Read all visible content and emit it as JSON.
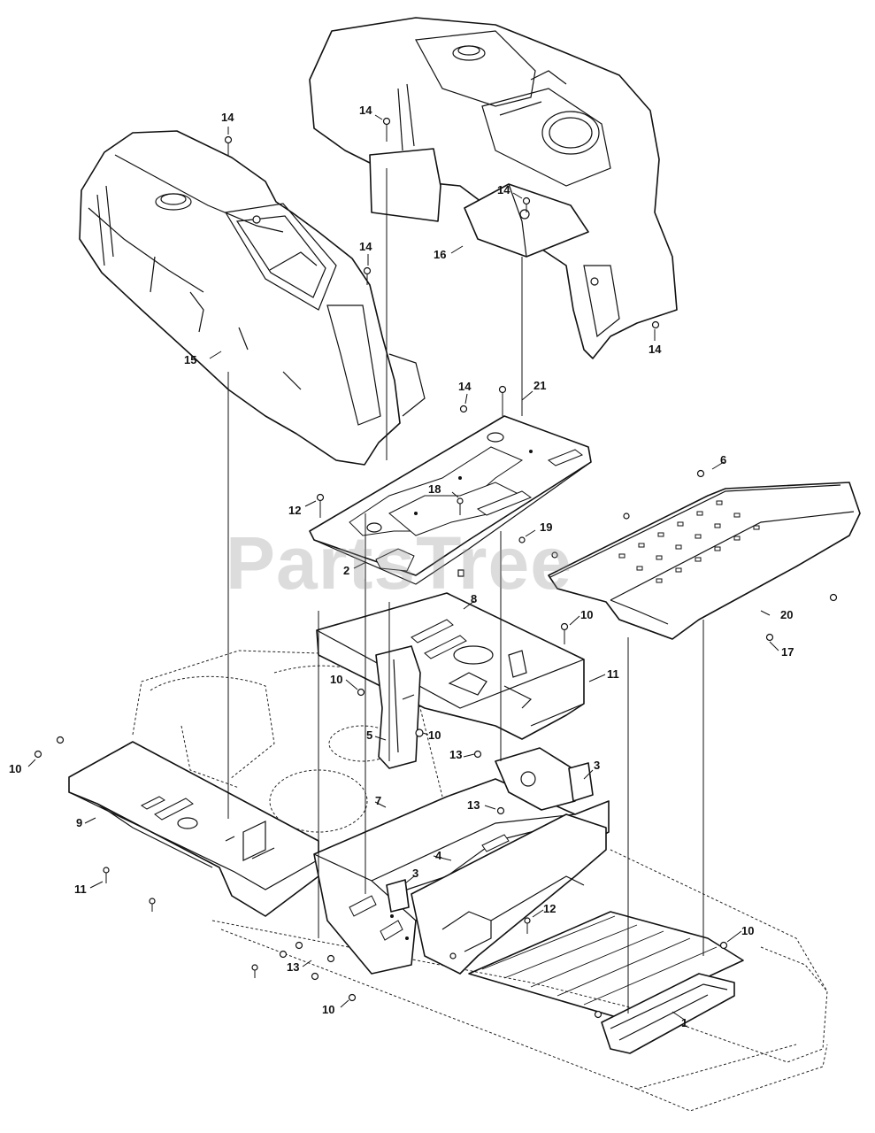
{
  "watermark": {
    "text": "PartsTree"
  },
  "callouts": [
    {
      "id": "c1",
      "label": "1"
    },
    {
      "id": "c2",
      "label": "2"
    },
    {
      "id": "c3a",
      "label": "3"
    },
    {
      "id": "c3b",
      "label": "3"
    },
    {
      "id": "c4",
      "label": "4"
    },
    {
      "id": "c5",
      "label": "5"
    },
    {
      "id": "c6",
      "label": "6"
    },
    {
      "id": "c7",
      "label": "7"
    },
    {
      "id": "c8",
      "label": "8"
    },
    {
      "id": "c9",
      "label": "9"
    },
    {
      "id": "c10a",
      "label": "10"
    },
    {
      "id": "c10b",
      "label": "10"
    },
    {
      "id": "c10c",
      "label": "10"
    },
    {
      "id": "c10d",
      "label": "10"
    },
    {
      "id": "c10e",
      "label": "10"
    },
    {
      "id": "c10f",
      "label": "10"
    },
    {
      "id": "c11a",
      "label": "11"
    },
    {
      "id": "c11b",
      "label": "11"
    },
    {
      "id": "c12a",
      "label": "12"
    },
    {
      "id": "c12b",
      "label": "12"
    },
    {
      "id": "c13a",
      "label": "13"
    },
    {
      "id": "c13b",
      "label": "13"
    },
    {
      "id": "c13c",
      "label": "13"
    },
    {
      "id": "c14a",
      "label": "14"
    },
    {
      "id": "c14b",
      "label": "14"
    },
    {
      "id": "c14c",
      "label": "14"
    },
    {
      "id": "c14d",
      "label": "14"
    },
    {
      "id": "c14e",
      "label": "14"
    },
    {
      "id": "c14f",
      "label": "14"
    },
    {
      "id": "c15",
      "label": "15"
    },
    {
      "id": "c16",
      "label": "16"
    },
    {
      "id": "c17",
      "label": "17"
    },
    {
      "id": "c18",
      "label": "18"
    },
    {
      "id": "c19",
      "label": "19"
    },
    {
      "id": "c20",
      "label": "20"
    },
    {
      "id": "c21",
      "label": "21"
    }
  ]
}
